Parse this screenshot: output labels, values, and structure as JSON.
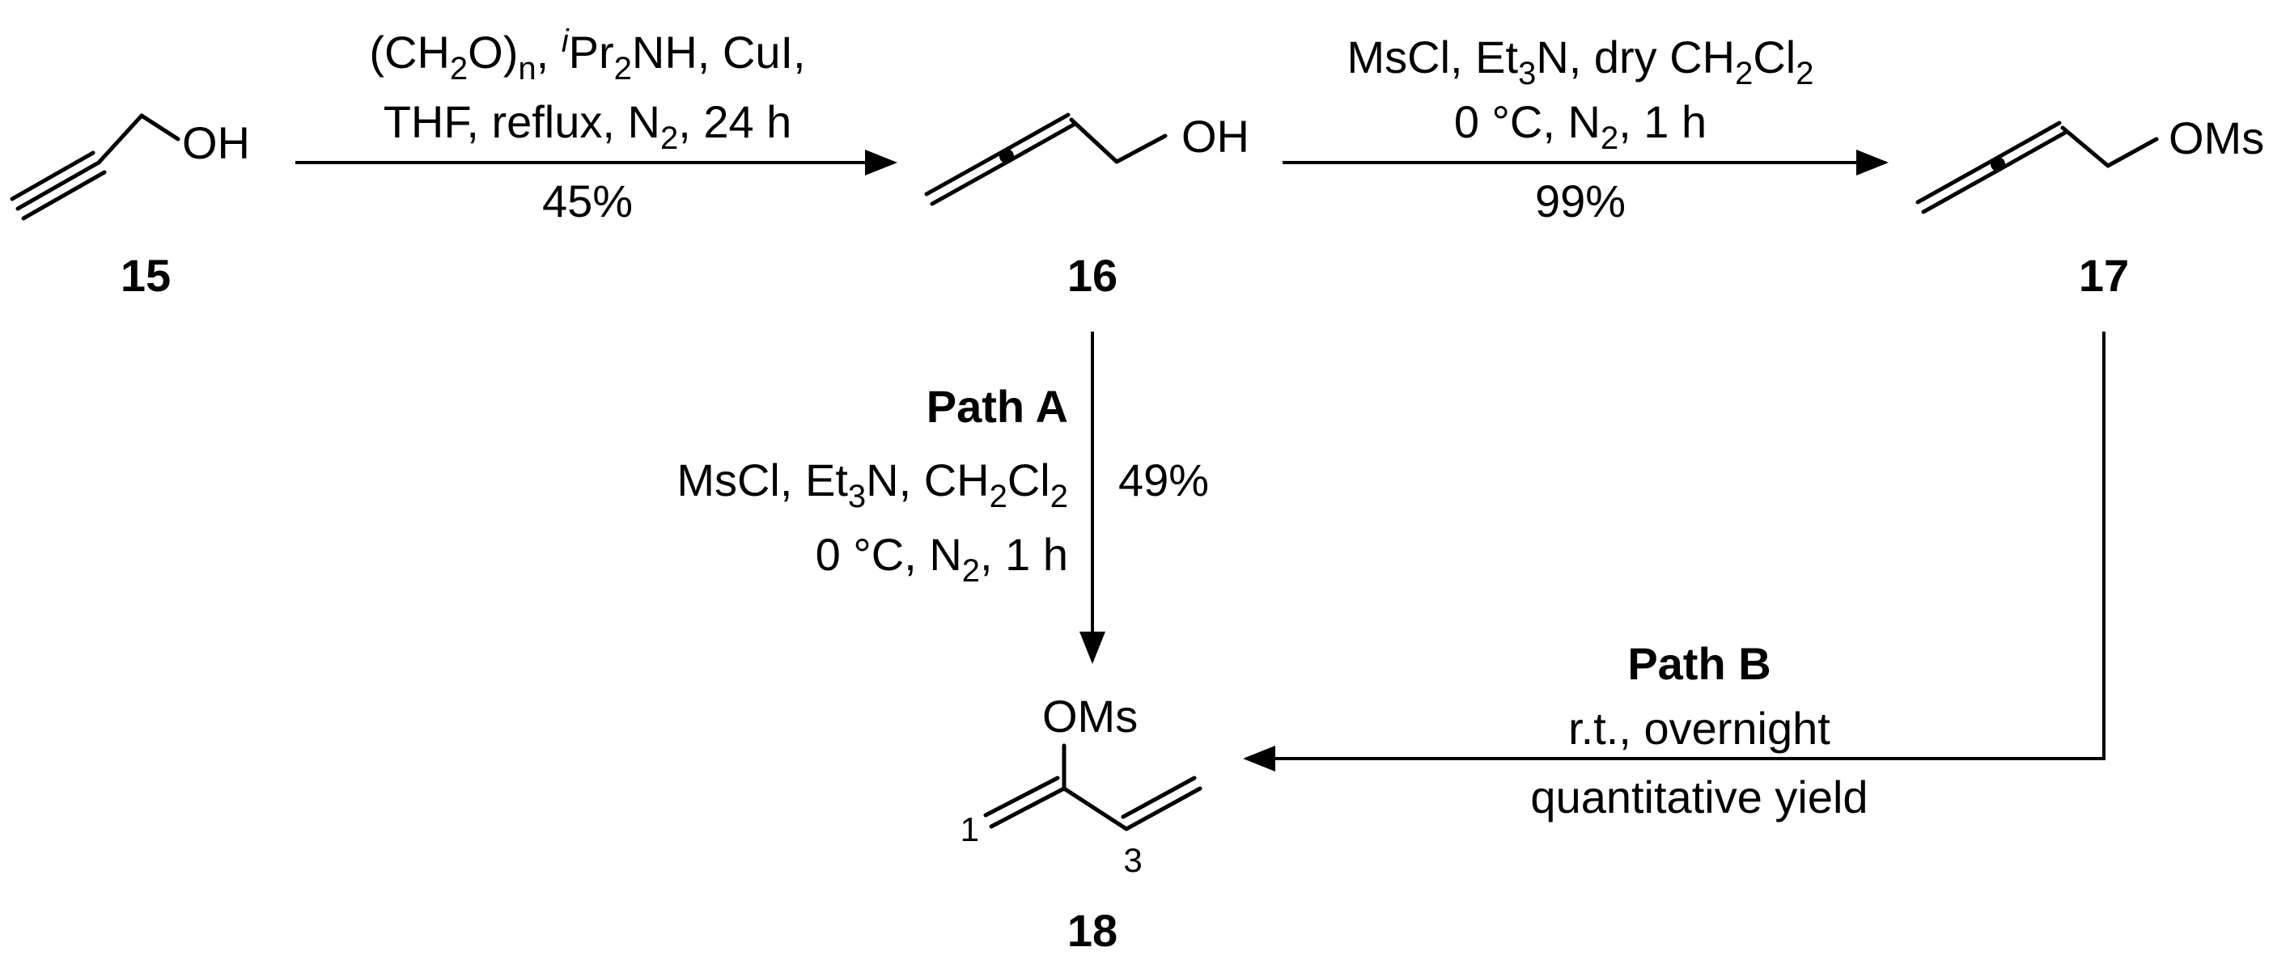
{
  "compounds": {
    "c15": {
      "number": "15",
      "atoms": {
        "oh": "OH"
      }
    },
    "c16": {
      "number": "16",
      "atoms": {
        "oh": "OH"
      }
    },
    "c17": {
      "number": "17",
      "atoms": {
        "oms": "OMs"
      }
    },
    "c18": {
      "number": "18",
      "atoms": {
        "oms": "OMs"
      },
      "positions": {
        "p1": "1",
        "p3": "3"
      }
    }
  },
  "steps": {
    "step1": {
      "line1": {
        "a": "(CH",
        "b": "2",
        "c": "O)",
        "d": "n",
        "e": ", ",
        "f": "i",
        "g": "Pr",
        "h": "2",
        "i": "NH, CuI,"
      },
      "line2": {
        "a": "THF,  reflux, N",
        "b": "2",
        "c": ", 24 h"
      },
      "yield": "45%"
    },
    "step2": {
      "line1": {
        "a": "MsCl, Et",
        "b": "3",
        "c": "N, dry CH",
        "d": "2",
        "e": "Cl",
        "f": "2"
      },
      "line2": {
        "a": "0 °C, N",
        "b": "2",
        "c": ", 1 h"
      },
      "yield": "99%"
    },
    "pathA": {
      "title": "Path A",
      "line1": {
        "a": "MsCl, Et",
        "b": "3",
        "c": "N, CH",
        "d": "2",
        "e": "Cl",
        "f": "2"
      },
      "line2": {
        "a": "0 °C, N",
        "b": "2",
        "c": ", 1 h"
      },
      "yield": "49%"
    },
    "pathB": {
      "title": "Path B",
      "line1": "r.t., overnight",
      "line2": "quantitative yield"
    }
  }
}
